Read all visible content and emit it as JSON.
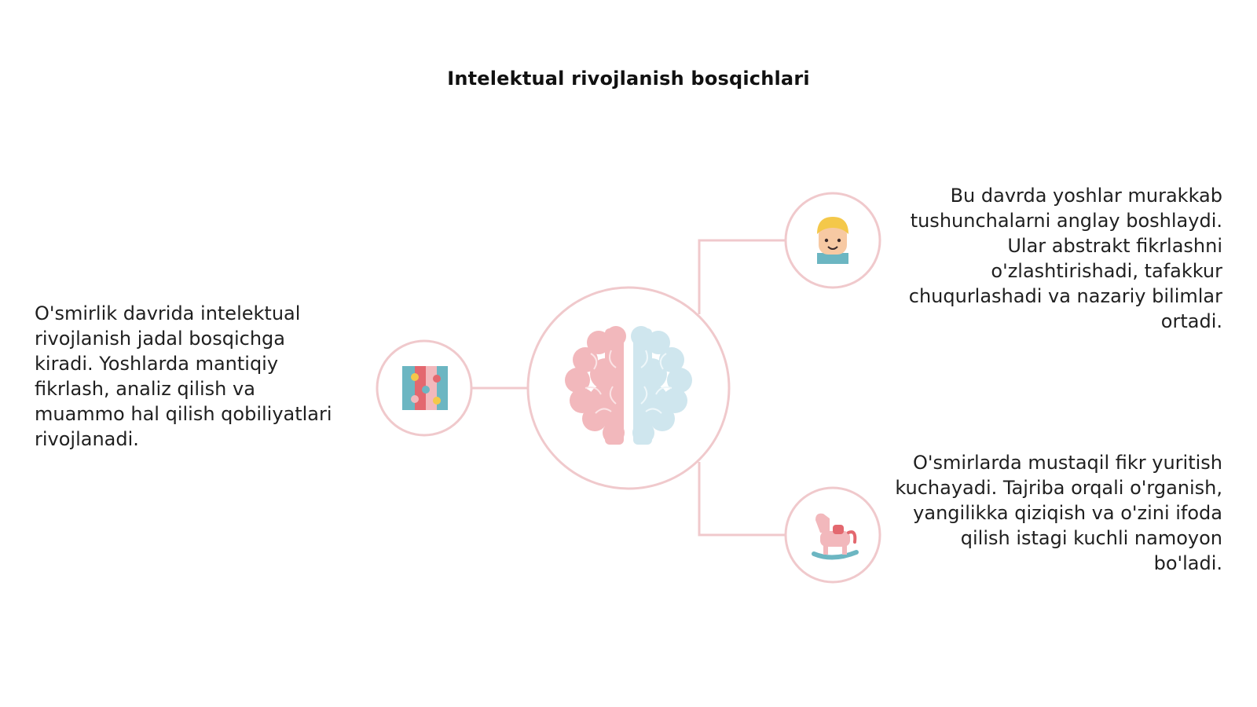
{
  "title": "Intelektual rivojlanish bosqichlari",
  "blocks": {
    "left": "O'smirlik davrida intelektual rivojlanish jadal bosqichga kiradi. Yoshlarda mantiqiy fikrlash, analiz qilish va muammo hal qilish qobiliyatlari rivojlanadi.",
    "top_right": "Bu davrda yoshlar murakkab tushunchalarni anglay boshlaydi. Ular abstrakt fikrlashni o'zlashtirishadi, tafakkur chuqurlashadi va nazariy bilimlar ortadi.",
    "bottom_right": "O'smirlarda mustaqil fikr yuritish kuchayadi. Tajriba orqali o'rganish, yangilikka qiziqish va o'zini ifoda qilish istagi kuchli namoyon bo'ladi."
  },
  "icons": {
    "center": "brain-icon",
    "left": "puzzle-icon",
    "top_right": "child-face-icon",
    "bottom_right": "rocking-horse-icon"
  },
  "colors": {
    "connector": "#f0c9cc",
    "brain_left": "#f2b8bc",
    "brain_right": "#cfe6ee",
    "accent_teal": "#6cb6c2",
    "accent_red": "#e3686f",
    "accent_yellow": "#f4c84a"
  }
}
